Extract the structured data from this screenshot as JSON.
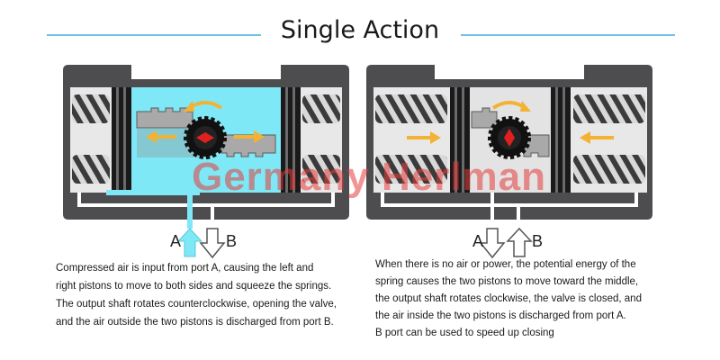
{
  "header": {
    "title": "Single Action"
  },
  "watermark": "Germany Herlman",
  "left_panel": {
    "port_a": "A",
    "port_b": "B",
    "description": [
      "Compressed air is input from port A, causing the left and",
      "right pistons to move to both sides and squeeze the springs.",
      "The output shaft rotates counterclockwise, opening the valve,",
      "and the air outside the two pistons is discharged from port B."
    ]
  },
  "right_panel": {
    "port_a": "A",
    "port_b": "B",
    "description": [
      "When there is no air or power, the potential energy of the",
      "spring causes the two pistons to move toward the middle,",
      "the output shaft rotates clockwise, the valve is closed, and",
      "the air inside the two pistons is discharged from port A.",
      "B port can be used to speed up closing"
    ]
  },
  "colors": {
    "accent_line": "#6cc3e8",
    "air": "#7fe8f6",
    "body": "#4d4d4f",
    "arrow": "#f3b233",
    "watermark": "#e63c3c"
  }
}
